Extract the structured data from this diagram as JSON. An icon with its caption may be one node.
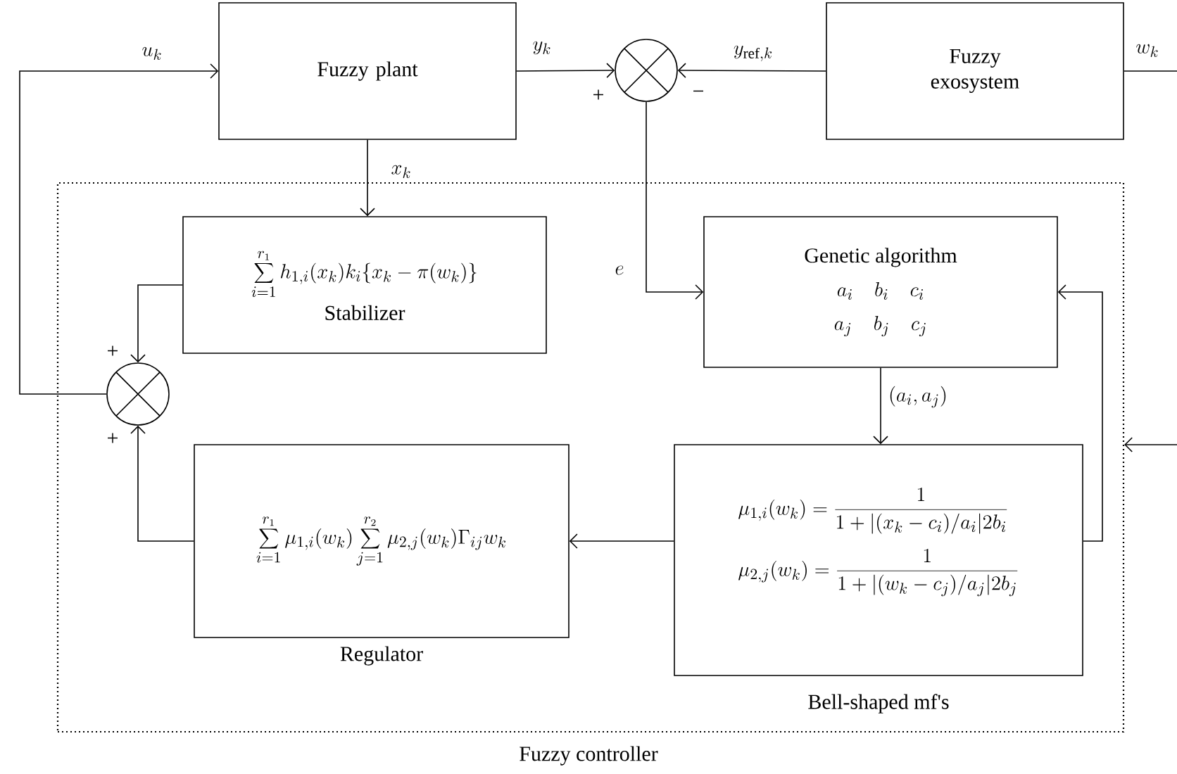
{
  "diagram": {
    "nodes": [
      {
        "text": [
          "Fuzzy controller"
        ]
      },
      {
        "text": [
          "Fuzzy plant"
        ]
      },
      {
        "text": [],
        "shape": "circle"
      },
      {
        "text": [
          "Fuzzy exosystem"
        ]
      },
      {
        "text": [
          "\\sum_{i=1}^{r_1} h_{1,i}(x_k)k_i\\{x_k-\\pi(w_k)\\}",
          "Stabilizer"
        ],
        "in": 0
      },
      {
        "text": [
          "Genetic algorithm",
          "a_i\\quad b_i\\quad c_i",
          "a_j\\quad b_j\\quad c_j"
        ],
        "in": 0
      },
      {
        "text": [],
        "shape": "circle",
        "in": 0
      },
      {
        "text": [
          "\\sum_{i=1}^{r_1}\\mu_{1,i}(w_k)\\sum_{j=1}^{r_2}\\mu_{2,j}(w_k)\\Gamma_{ij}w_k"
        ],
        "beside": [
          "Regulator"
        ],
        "in": 0
      },
      {
        "text": [
          "\\mu_{1,i}(w_k) = \\frac{1}{1+|(x_k-c_i)/a_i|2b_i}",
          "\\mu_{2,j}(w_k) = \\frac{1}{1+|(w_k-c_j)/a_j|2b_j}"
        ],
        "beside": [
          "Bell-shaped mf's"
        ],
        "in": 0
      }
    ],
    "edges": [
      {
        "from": 6,
        "to": 1,
        "arrow": "to",
        "label": "u_k"
      },
      {
        "from": 1,
        "to": 2,
        "arrow": "to",
        "label": "y_k"
      },
      {
        "from": 3,
        "to": 2,
        "arrow": "to",
        "label": "y_{\\mathrm{ref},k}"
      },
      {
        "from": 3,
        "to": null,
        "arrow": "none",
        "label": "w_k"
      },
      {
        "from": null,
        "to": 0,
        "arrow": "to"
      },
      {
        "from": 1,
        "to": 4,
        "arrow": "to",
        "label": "x_k"
      },
      {
        "from": 2,
        "to": 5,
        "arrow": "to",
        "label": "e"
      },
      {
        "from": 5,
        "to": 8,
        "arrow": "to",
        "label": "(a_i,a_j)"
      },
      {
        "from": 8,
        "to": 5,
        "arrow": "to"
      },
      {
        "from": 8,
        "to": 7,
        "arrow": "to"
      },
      {
        "from": 4,
        "to": 6,
        "arrow": "to"
      },
      {
        "from": 7,
        "to": 6,
        "arrow": "to"
      }
    ],
    "labels": [
      "+",
      "−",
      "+",
      "+"
    ]
  }
}
